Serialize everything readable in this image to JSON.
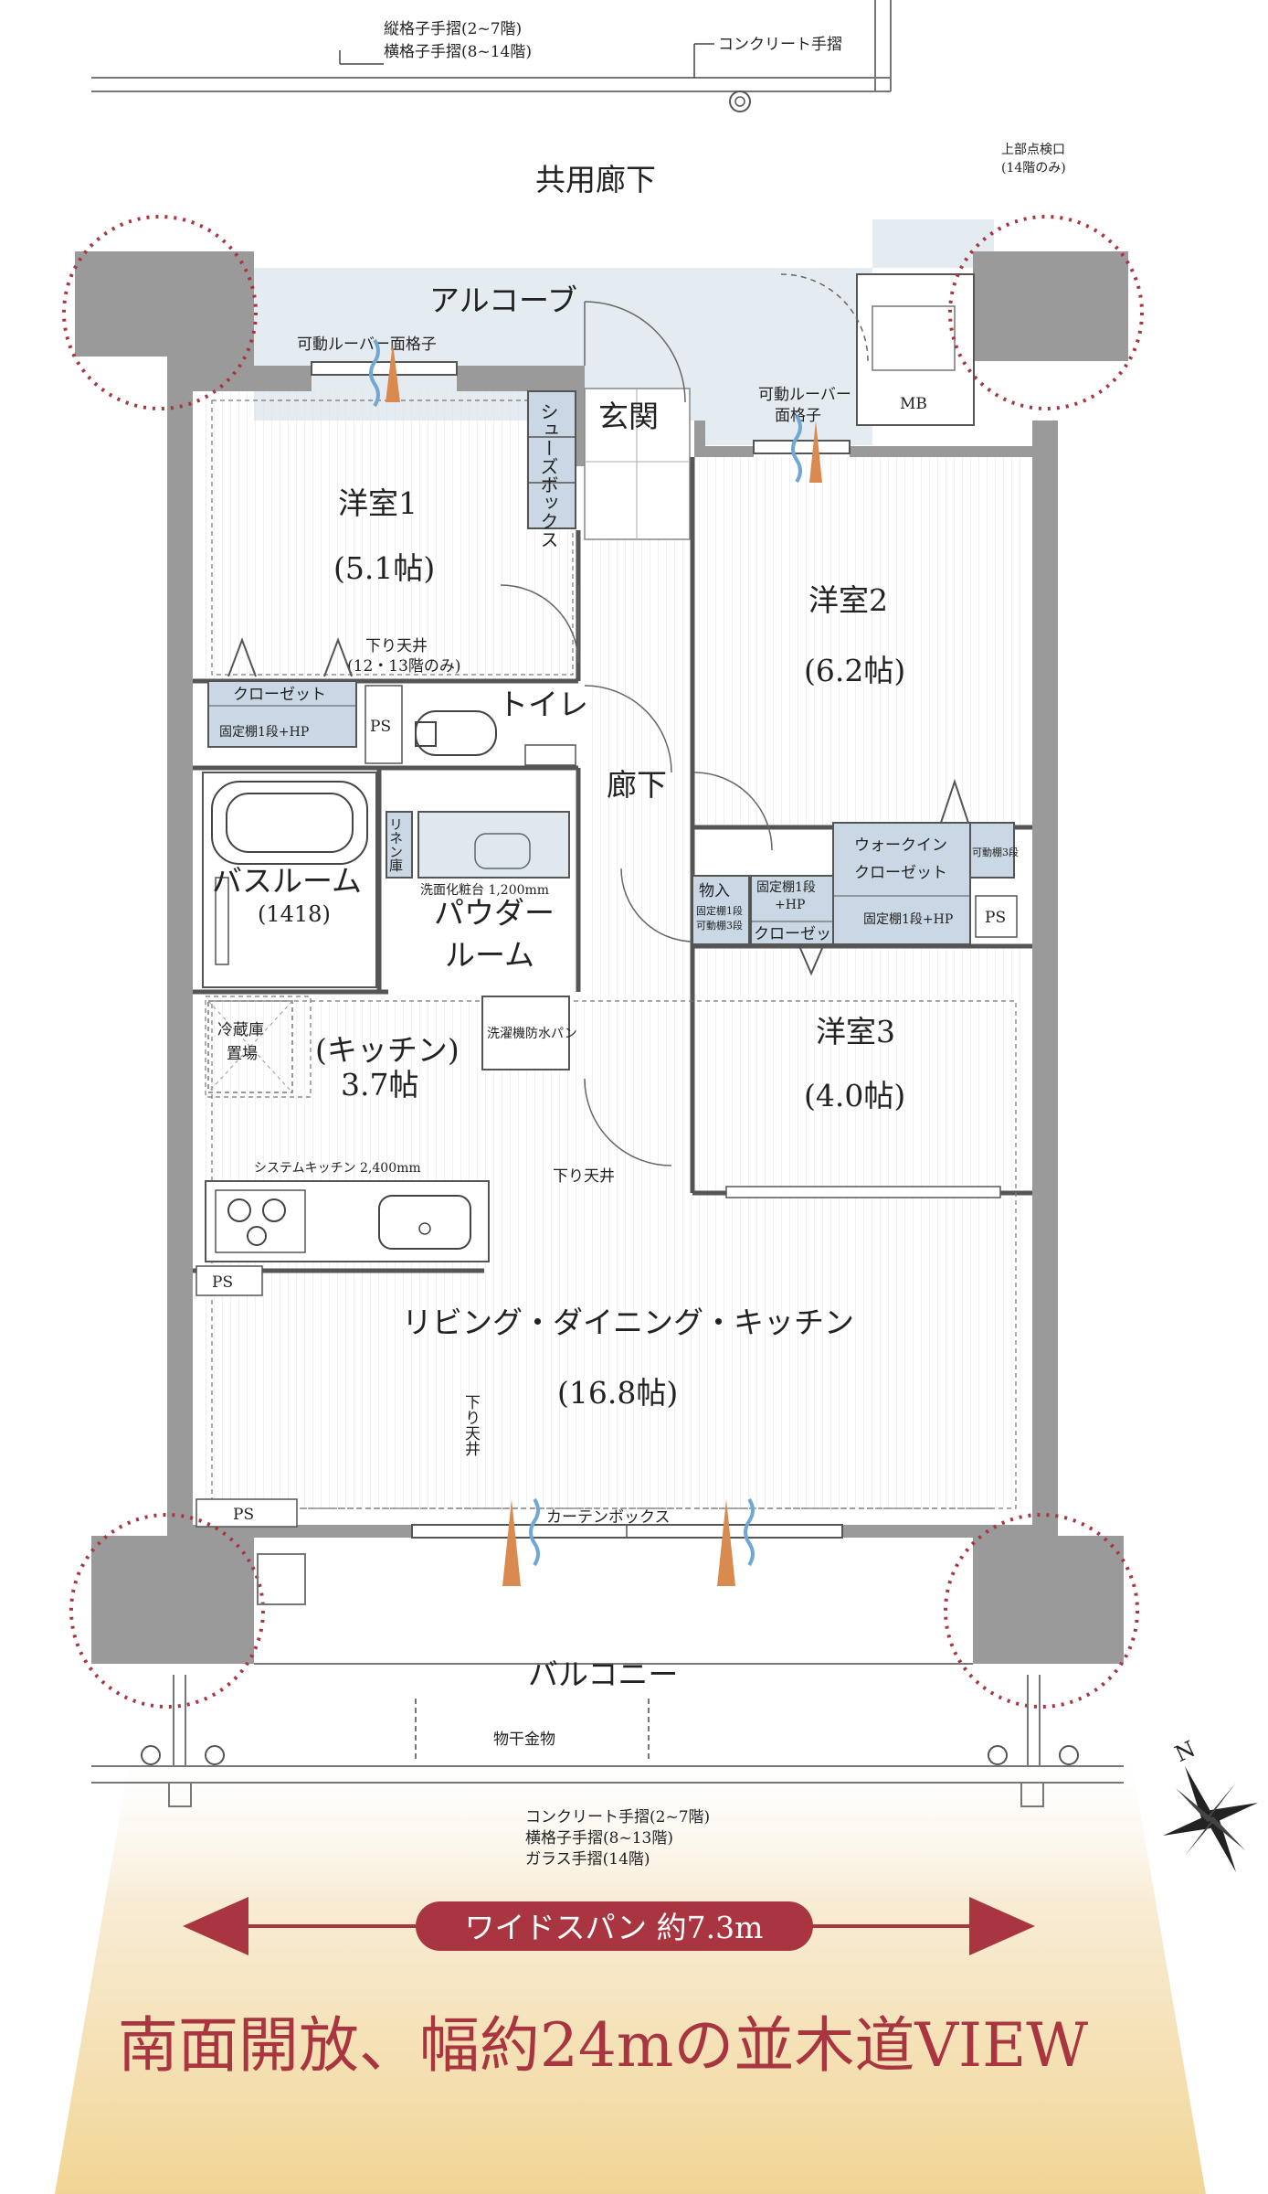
{
  "top_rail": {
    "line1": "縦格子手摺(2~7階)",
    "line2": "横格子手摺(8~14階)",
    "concrete": "コンクリート手摺"
  },
  "corridor": "共用廊下",
  "inspection": {
    "line1": "上部点検口",
    "line2": "(14階のみ)"
  },
  "alcove": "アルコーブ",
  "louver_left": "可動ルーバー面格子",
  "louver_right": {
    "line1": "可動ルーバー",
    "line2": "面格子"
  },
  "mb": "MB",
  "entrance": "玄関",
  "shoes_box": "シューズボックス",
  "western1": {
    "name": "洋室1",
    "size": "(5.1帖)"
  },
  "western2": {
    "name": "洋室2",
    "size": "(6.2帖)"
  },
  "western3": {
    "name": "洋室3",
    "size": "(4.0帖)"
  },
  "lowered_ceiling_note": {
    "line1": "下り天井",
    "line2": "(12・13階のみ)"
  },
  "closet": "クローゼット",
  "fixed_shelf_hp": "固定棚1段+HP",
  "ps": "PS",
  "toilet": "トイレ",
  "hallway": "廊下",
  "linen": "リネン庫",
  "vanity": "洗面化粧台 1,200mm",
  "powder": {
    "line1": "パウダー",
    "line2": "ルーム"
  },
  "bath": {
    "name": "バスルーム",
    "size": "(1418)"
  },
  "washer_pan": "洗濯機防水パン",
  "storage": {
    "name": "物入",
    "detail1": "固定棚1段",
    "detail2": "可動棚3段"
  },
  "closet3": {
    "shelf": "固定棚1段",
    "hp": "+HP",
    "name": "クローゼット"
  },
  "walkin": {
    "line1": "ウォークイン",
    "line2": "クローゼット",
    "shelf": "可動棚3段",
    "fixed": "固定棚1段+HP"
  },
  "fridge": {
    "line1": "冷蔵庫",
    "line2": "置場"
  },
  "kitchen": {
    "name": "(キッチン)",
    "size": "3.7帖"
  },
  "system_kitchen": "システムキッチン 2,400mm",
  "lowered_ceiling": "下り天井",
  "lowered_ceiling_vertical": "下り天井",
  "ldk": {
    "name": "リビング・ダイニング・キッチン",
    "size": "(16.8帖)"
  },
  "curtain_box": "カーテンボックス",
  "balcony": "バルコニー",
  "drying": "物干金物",
  "bottom_rail": {
    "line1": "コンクリート手摺(2~7階)",
    "line2": "横格子手摺(8~13階)",
    "line3": "ガラス手摺(14階)"
  },
  "compass": "N",
  "wide_span": "ワイドスパン 約7.3m",
  "headline": "南面開放、幅約24mの並木道VIEW",
  "colors": {
    "accent": "#a8353f",
    "wall": "#9a9a9a",
    "storage_fill": "#c9d8e4",
    "alcove_fill": "#dfe8ee",
    "vent_blue": "#6fa8d6",
    "vent_orange": "#d98a4e",
    "glow": "#f3dfa2"
  }
}
